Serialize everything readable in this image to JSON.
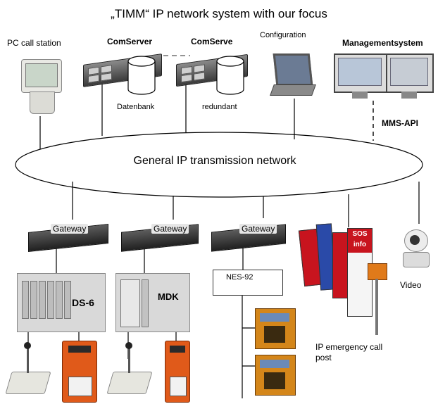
{
  "title": "„TIMM“ IP network system with our focus",
  "labels": {
    "pc_call_station": "PC call station",
    "comserver1": "ComServer",
    "comserver2": "ComServe",
    "configuration": "Configuration",
    "management": "Managementsystem",
    "datenbank": "Datenbank",
    "redundant": "redundant",
    "mms_api": "MMS-API",
    "network": "General IP transmission network",
    "gateway1": "Gateway",
    "gateway2": "Gateway",
    "gateway3": "Gateway",
    "ds6": "DS-6",
    "mdk": "MDK",
    "nes92": "NES-92",
    "video": "Video",
    "emergency": "IP emergency call post",
    "sos_info": "SOS info"
  },
  "colors": {
    "orange_device": "#e05a1a",
    "sos_blue": "#2a4aa8",
    "sos_red": "#c8141e"
  }
}
